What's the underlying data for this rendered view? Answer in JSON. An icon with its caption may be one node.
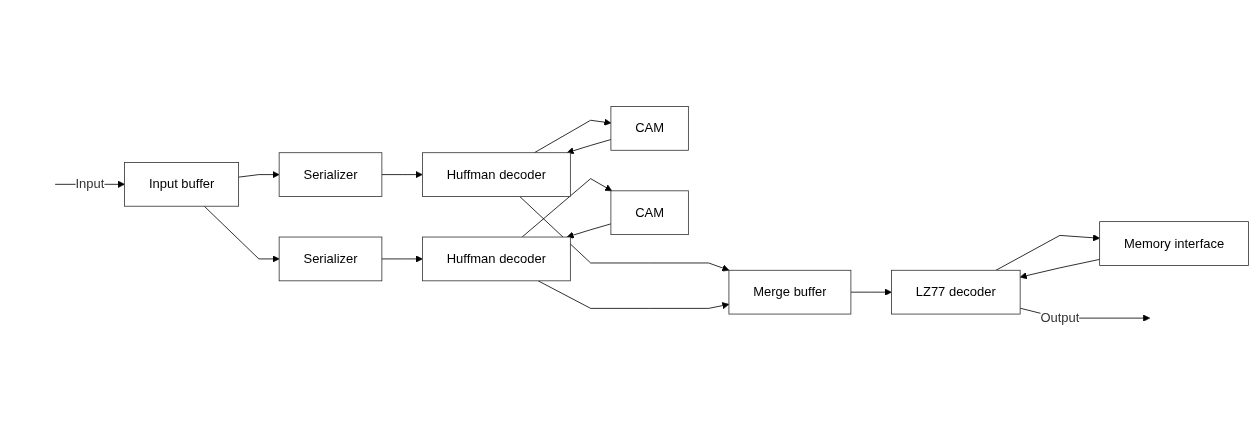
{
  "diagram": {
    "nodes": [
      {
        "text": [
          "Input buffer"
        ]
      },
      {
        "text": [
          "Serializer"
        ]
      },
      {
        "text": [
          "Serializer"
        ]
      },
      {
        "text": [
          "CAM"
        ]
      },
      {
        "text": [
          "Huffman decoder"
        ]
      },
      {
        "text": [
          "Huffman decoder"
        ]
      },
      {
        "text": [
          "CAM"
        ]
      },
      {
        "text": [
          "Merge buffer"
        ]
      },
      {
        "text": [
          "LZ77 decoder"
        ]
      },
      {
        "text": [
          "Memory interface"
        ]
      }
    ],
    "edges": [
      {
        "from": null,
        "to": 0,
        "arrow": "to",
        "label": "Input"
      },
      {
        "from": 0,
        "to": 1,
        "arrow": "to"
      },
      {
        "from": 0,
        "to": 2,
        "arrow": "to"
      },
      {
        "from": 1,
        "to": 4,
        "arrow": "to"
      },
      {
        "from": 2,
        "to": 5,
        "arrow": "to"
      },
      {
        "from": 3,
        "to": 4,
        "arrow": "to"
      },
      {
        "from": 4,
        "to": 3,
        "arrow": "to"
      },
      {
        "from": 5,
        "to": 6,
        "arrow": "to"
      },
      {
        "from": 6,
        "to": 5,
        "arrow": "to"
      },
      {
        "from": 4,
        "to": 7,
        "arrow": "to"
      },
      {
        "from": 5,
        "to": 7,
        "arrow": "to"
      },
      {
        "from": 7,
        "to": 8,
        "arrow": "to"
      },
      {
        "from": 8,
        "to": 9,
        "arrow": "to"
      },
      {
        "from": 9,
        "to": 8,
        "arrow": "to"
      },
      {
        "from": 8,
        "to": null,
        "arrow": "to",
        "label": "Output"
      }
    ]
  }
}
